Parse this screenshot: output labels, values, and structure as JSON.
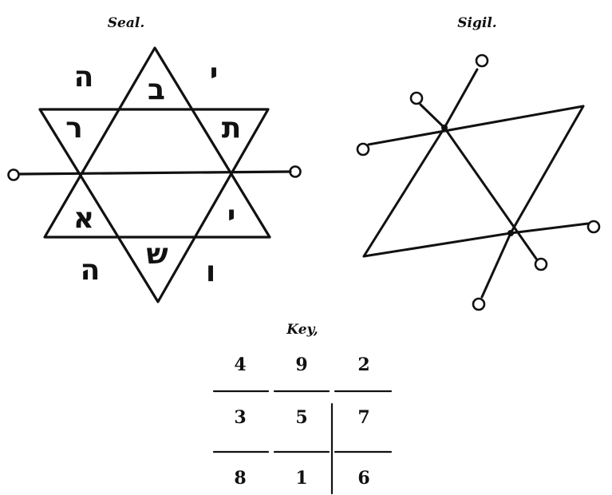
{
  "seal": {
    "title": "Seal.",
    "letters": {
      "top_left": "ה",
      "top_center": "ב",
      "top_right": "י",
      "left_upper": "ר",
      "right_upper": "ת",
      "left_lower": "א",
      "right_lower": "י",
      "bottom_left": "ה",
      "bottom_center": "ש",
      "bottom_right": "ו"
    }
  },
  "sigil": {
    "title": "Sigil."
  },
  "key": {
    "title": "Key,",
    "rows": [
      [
        "4",
        "9",
        "2"
      ],
      [
        "3",
        "5",
        "7"
      ],
      [
        "8",
        "1",
        "6"
      ]
    ]
  }
}
